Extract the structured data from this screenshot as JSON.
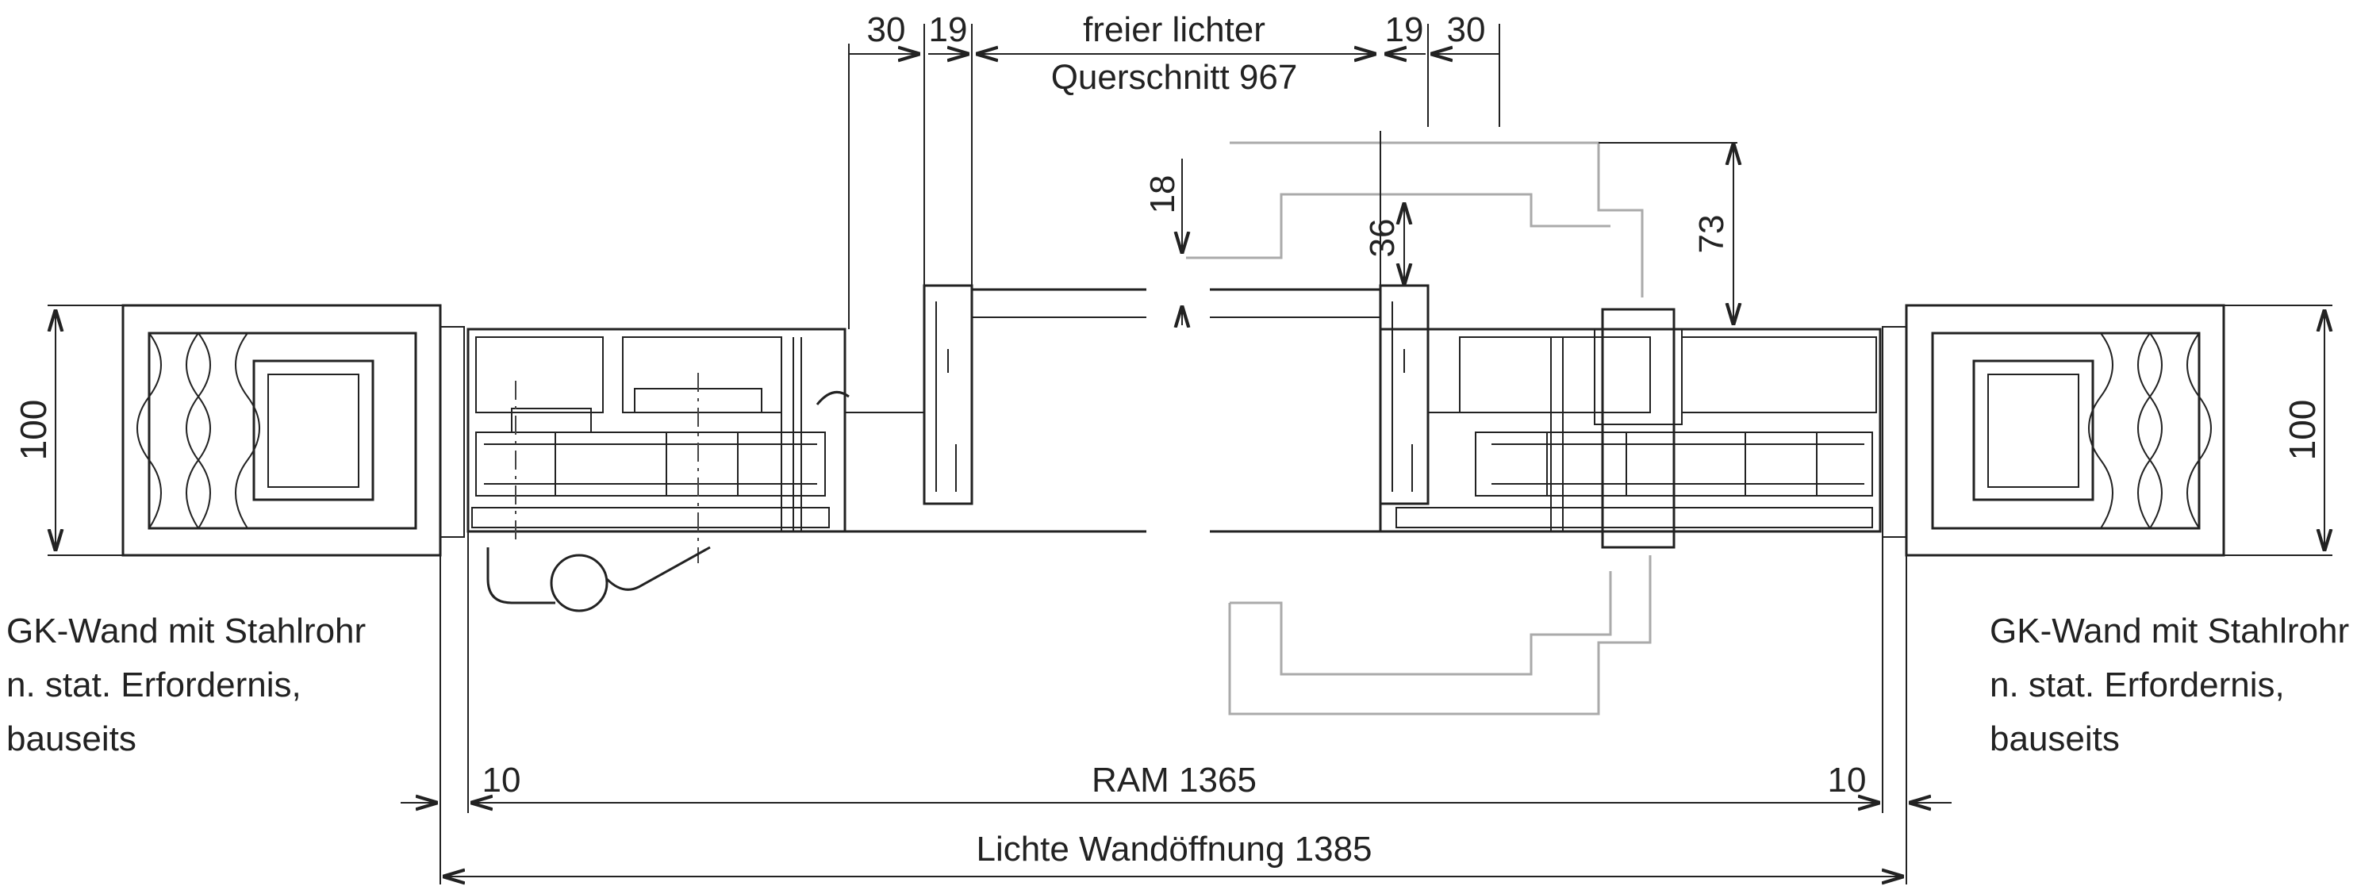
{
  "labels": {
    "dim_top_30_left": "30",
    "dim_top_19_left": "19",
    "dim_top_19_right": "19",
    "dim_top_30_right": "30",
    "clear_section_line1": "freier lichter",
    "clear_section_line2": "Querschnitt 967",
    "dim_18": "18",
    "dim_36": "36",
    "dim_73": "73",
    "dim_100_left": "100",
    "dim_100_right": "100",
    "dim_10_left": "10",
    "dim_10_right": "10",
    "ram": "RAM 1365",
    "opening": "Lichte Wandöffnung 1385",
    "wall_left": [
      "GK-Wand mit Stahlrohr",
      "n. stat. Erfordernis,",
      "bauseits"
    ],
    "wall_right": [
      "GK-Wand mit Stahlrohr",
      "n. stat. Erfordernis,",
      "bauseits"
    ]
  }
}
